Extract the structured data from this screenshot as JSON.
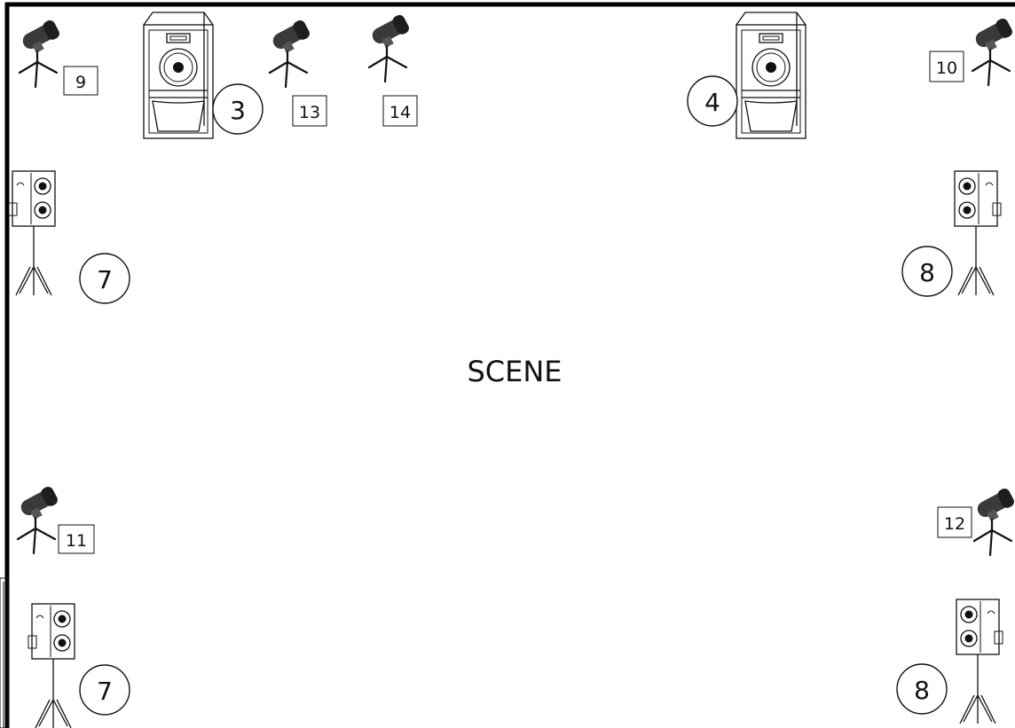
{
  "stage": {
    "label": "SCENE",
    "border_color": "#000000",
    "background": "#ffffff"
  },
  "main_speakers": [
    {
      "number": "3"
    },
    {
      "number": "4"
    }
  ],
  "monitors": [
    {
      "number": "7"
    },
    {
      "number": "8"
    },
    {
      "number": "7"
    },
    {
      "number": "8"
    }
  ],
  "microphones": [
    {
      "number": "9"
    },
    {
      "number": "13"
    },
    {
      "number": "14"
    },
    {
      "number": "10"
    },
    {
      "number": "11"
    },
    {
      "number": "12"
    }
  ]
}
